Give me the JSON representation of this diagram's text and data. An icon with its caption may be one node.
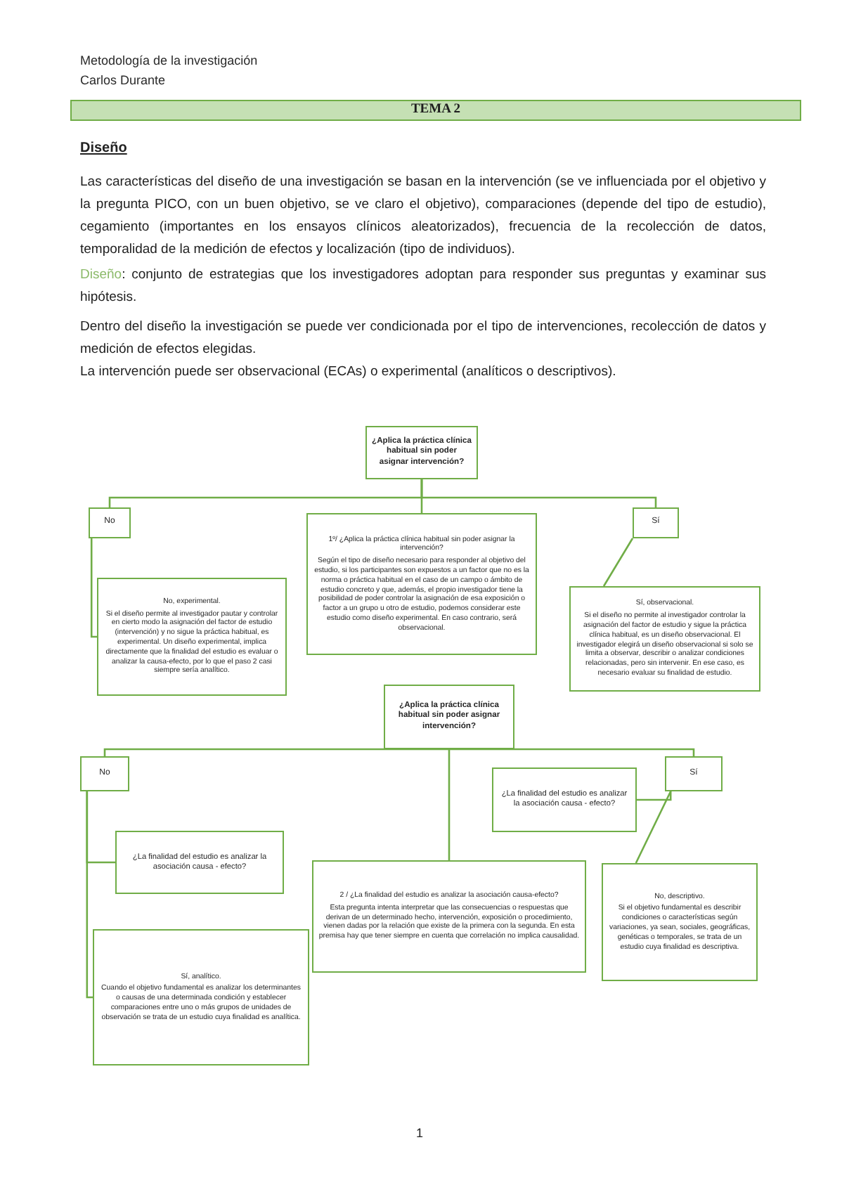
{
  "diagram": {
    "title": "TEMA 2",
    "nodes": [
      {
        "text": [
          "¿Aplica la práctica clínica habitual sin poder asignar intervención?"
        ]
      },
      {
        "text": [
          "No"
        ]
      },
      {
        "text": [
          "1º/ ¿Aplica la práctica clínica habitual sin poder asignar la intervención?",
          "Según el tipo de diseño necesario para responder al objetivo del estudio, si los participantes son expuestos a un factor que no es la norma o práctica habitual en el caso de un campo o ámbito de estudio concreto y que, además, el propio investigador tiene la posibilidad de poder controlar la asignación de esa exposición o factor a un grupo u otro de estudio, podemos considerar este estudio como diseño experimental. En caso contrario, será observacional."
        ]
      },
      {
        "text": [
          "Sí"
        ]
      },
      {
        "text": [
          "No, experimental.",
          "Si el diseño permite al investigador pautar y controlar en cierto modo la asignación del factor de estudio (intervención) y no sigue la práctica habitual, es experimental. Un diseño experimental, implica directamente que la finalidad del estudio es evaluar o analizar la causa-efecto, por lo que el paso 2 casi siempre sería analítico."
        ]
      },
      {
        "text": [
          "Sí, observacional.",
          "Si el diseño no permite al investigador controlar la asignación del factor de estudio y sigue la práctica clínica habitual, es un diseño observacional. El investigador elegirá un diseño observacional si solo se limita a observar, describir o analizar condiciones relacionadas, pero sin intervenir. En ese caso, es necesario evaluar su finalidad de estudio."
        ]
      },
      {
        "text": [
          "¿Aplica la práctica clínica habitual sin poder asignar intervención?"
        ]
      },
      {
        "text": [
          "No"
        ]
      },
      {
        "text": [
          "Sí"
        ]
      },
      {
        "text": [
          "¿La finalidad del estudio es analizar la asociación causa - efecto?"
        ]
      },
      {
        "text": [
          "¿La finalidad del estudio es analizar la asociación causa - efecto?"
        ]
      },
      {
        "text": [
          "2 / ¿La finalidad del estudio es analizar la asociación causa-efecto?",
          "Esta pregunta intenta interpretar que las consecuencias o respuestas que derivan de un determinado hecho, intervención, exposición o procedimiento, vienen dadas por la relación que existe de la primera con la segunda. En esta premisa hay que tener siempre en cuenta que correlación no implica causalidad."
        ]
      },
      {
        "text": [
          "No, descriptivo.",
          "Si el objetivo fundamental es describir condiciones o características según variaciones, ya sean, sociales, geográficas, genéticas o temporales, se trata de un estudio cuya finalidad es descriptiva."
        ]
      },
      {
        "text": [
          "Sí, analítico.",
          "Cuando el objetivo fundamental es analizar los determinantes o causas de una determinada condición y establecer comparaciones entre uno o más grupos de unidades de observación se trata de un estudio cuya finalidad es analítica."
        ]
      }
    ],
    "edges": [
      {
        "from": 0,
        "to": 1,
        "arrow": "none"
      },
      {
        "from": 0,
        "to": 2,
        "arrow": "none"
      },
      {
        "from": 0,
        "to": 3,
        "arrow": "none"
      },
      {
        "from": 1,
        "to": 4,
        "arrow": "none"
      },
      {
        "from": 3,
        "to": 5,
        "arrow": "none"
      },
      {
        "from": 6,
        "to": 7,
        "arrow": "none"
      },
      {
        "from": 6,
        "to": 11,
        "arrow": "none"
      },
      {
        "from": 6,
        "to": 8,
        "arrow": "none"
      },
      {
        "from": 7,
        "to": 10,
        "arrow": "none"
      },
      {
        "from": 7,
        "to": 13,
        "arrow": "none"
      },
      {
        "from": 8,
        "to": 9,
        "arrow": "none"
      },
      {
        "from": 8,
        "to": 12,
        "arrow": "none"
      }
    ],
    "labels": [
      "Metodología de la investigación",
      "Carlos Durante",
      "Diseño",
      "Las características del diseño de una investigación se basan en la intervención (se ve influenciada por el objetivo y la pregunta PICO, con un buen objetivo, se ve claro el objetivo), comparaciones (depende del tipo de estudio), cegamiento (importantes en los ensayos clínicos aleatorizados), frecuencia de la recolección de datos, temporalidad de la medición de efectos y localización (tipo de individuos).",
      "Diseño: conjunto de estrategias que los investigadores adoptan para responder sus preguntas y examinar sus hipótesis.",
      "Dentro del diseño la investigación se puede ver condicionada por el tipo de intervenciones, recolección de datos y medición de efectos elegidas.",
      "La intervención puede ser observacional (ECAs) o experimental (analíticos o descriptivos).",
      "1"
    ]
  }
}
